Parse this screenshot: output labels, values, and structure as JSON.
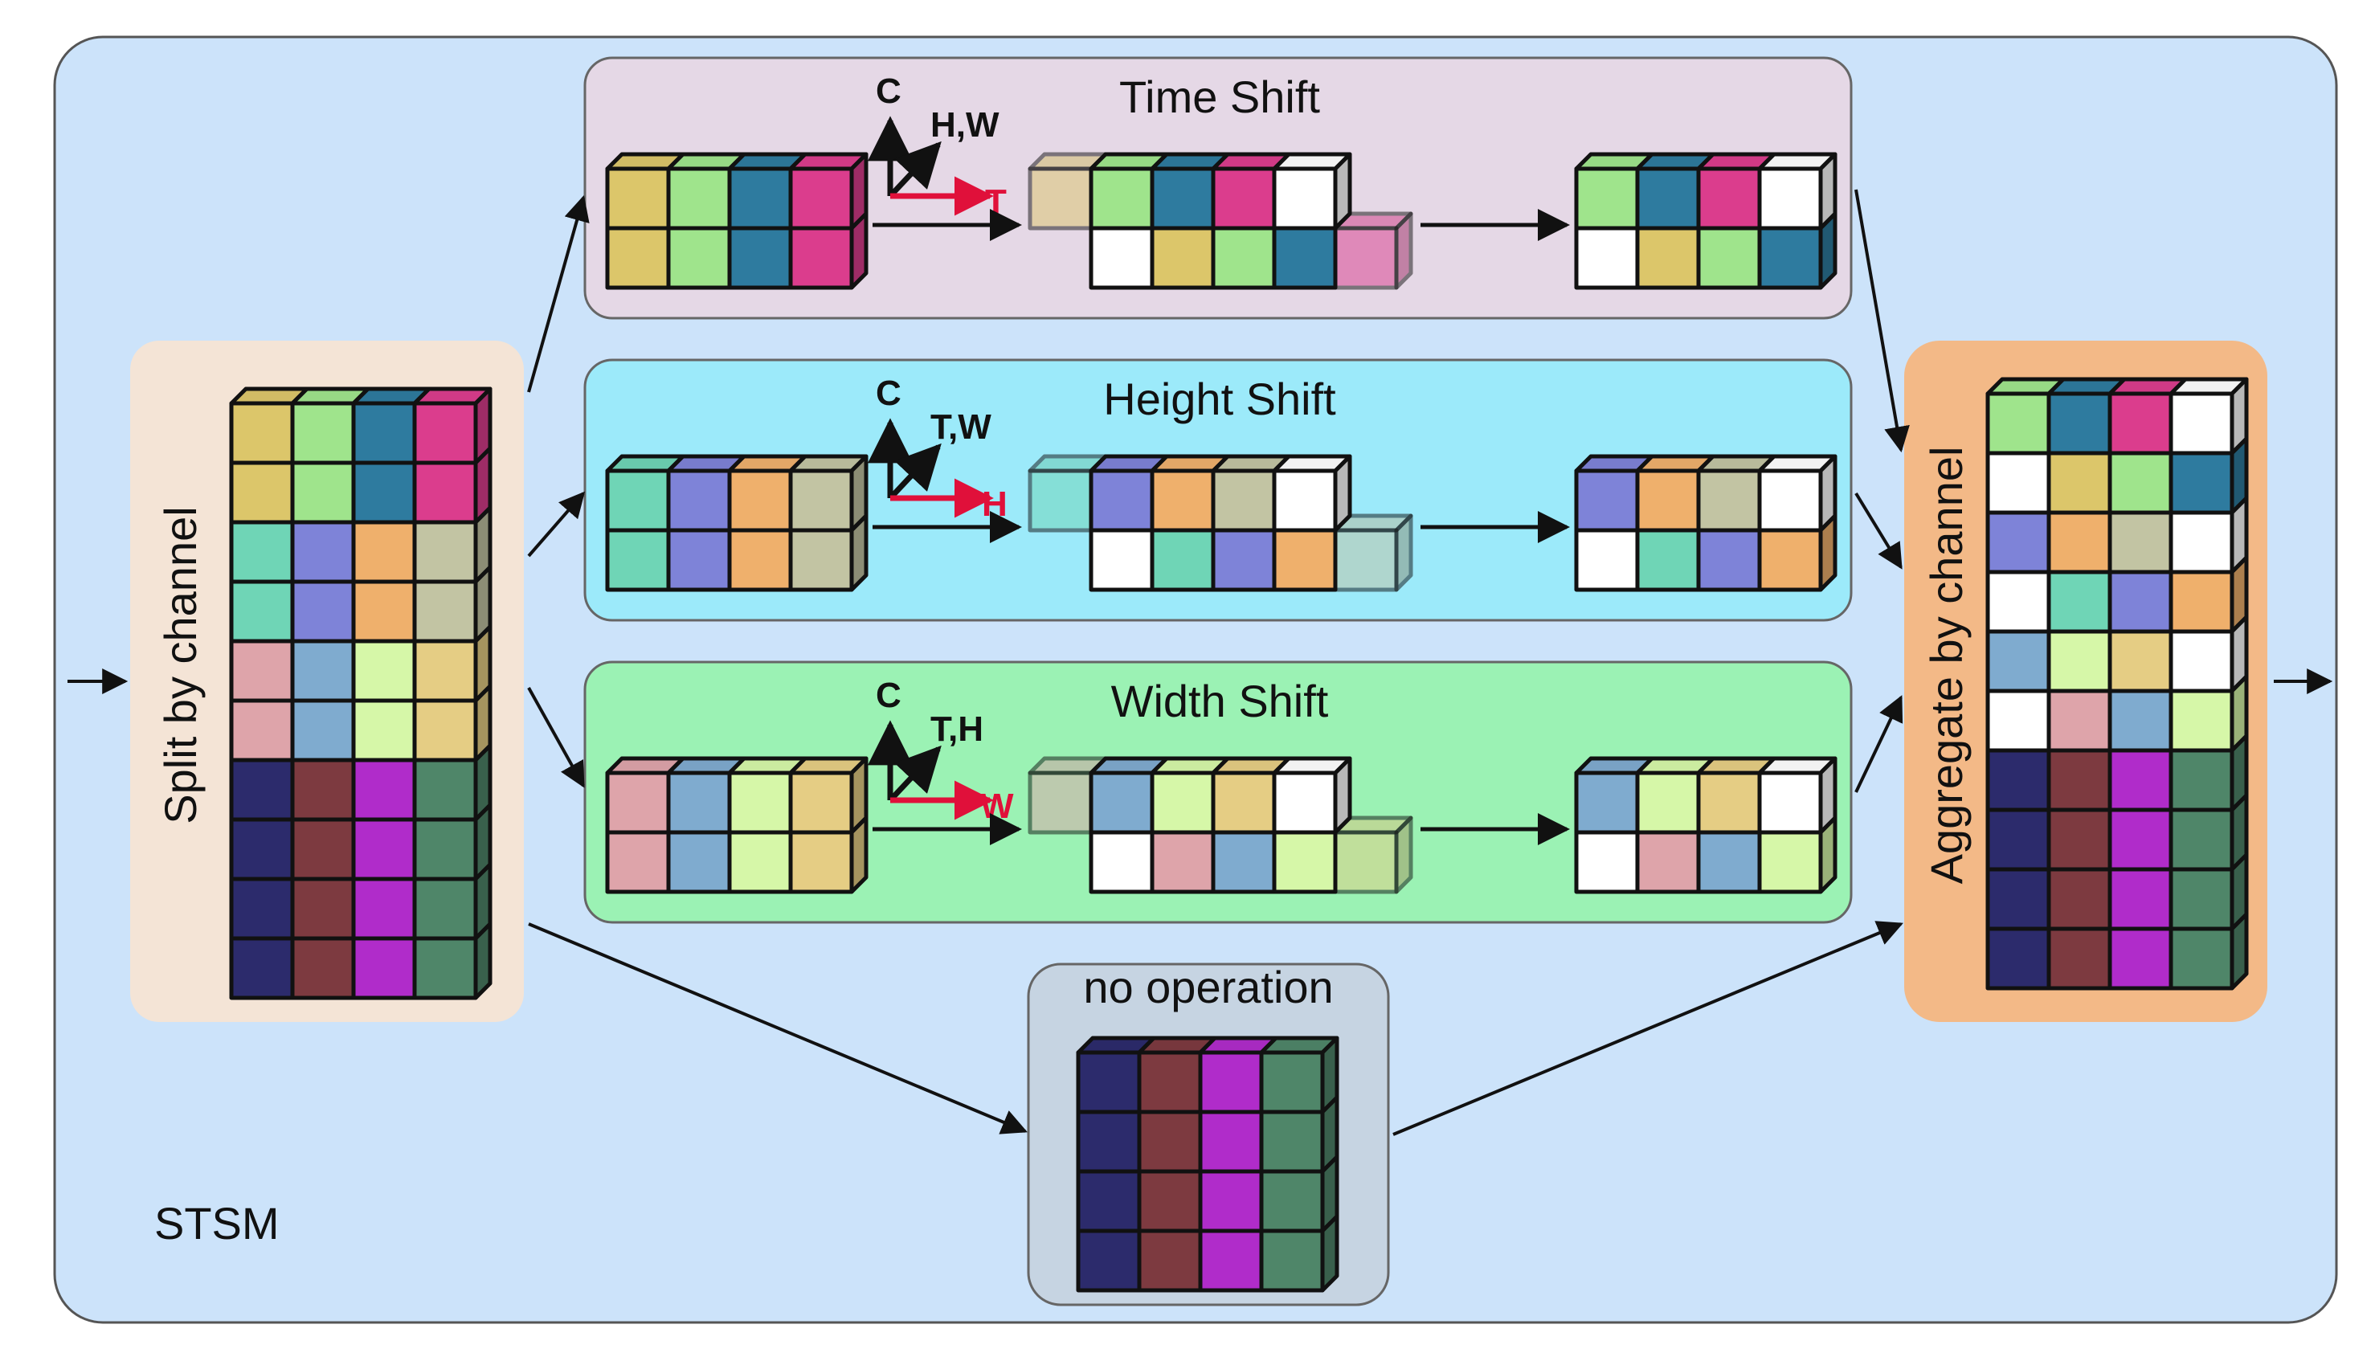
{
  "module_label": "STSM",
  "split_label": "Split by channel",
  "aggregate_label": "Aggregate by channel",
  "noop_label": "no operation",
  "colors": {
    "outer_bg": "#cce3fa",
    "split_bg": "#f4e4d6",
    "aggregate_bg": "#f3b987",
    "time_bg": "#e5d8e6",
    "height_bg": "#9ceafa",
    "width_bg": "#9bf2b4",
    "noop_bg": "#c6d4e2",
    "axis_accent": "#e0103a"
  },
  "branches": [
    {
      "id": "time",
      "title": "Time Shift",
      "axis_c": "C",
      "axis_diag": "H,W",
      "axis_shift": "T",
      "input_rows": [
        [
          "yellow",
          "green",
          "teal",
          "magenta"
        ],
        [
          "yellow",
          "green",
          "teal",
          "magenta"
        ]
      ],
      "shift_top": [
        "green",
        "teal",
        "magenta",
        "white"
      ],
      "shift_bottom": [
        "white",
        "yellow",
        "green",
        "teal"
      ],
      "ghost_top": "yellow",
      "ghost_bottom": "magenta",
      "output_rows": [
        [
          "green",
          "teal",
          "magenta",
          "white"
        ],
        [
          "white",
          "yellow",
          "green",
          "teal"
        ]
      ]
    },
    {
      "id": "height",
      "title": "Height Shift",
      "axis_c": "C",
      "axis_diag": "T,W",
      "axis_shift": "H",
      "input_rows": [
        [
          "mint",
          "violet",
          "orange",
          "olive"
        ],
        [
          "mint",
          "violet",
          "orange",
          "olive"
        ]
      ],
      "shift_top": [
        "violet",
        "orange",
        "olive",
        "white"
      ],
      "shift_bottom": [
        "white",
        "mint",
        "violet",
        "orange"
      ],
      "ghost_top": "mint",
      "ghost_bottom": "olive",
      "output_rows": [
        [
          "violet",
          "orange",
          "olive",
          "white"
        ],
        [
          "white",
          "mint",
          "violet",
          "orange"
        ]
      ]
    },
    {
      "id": "width",
      "title": "Width Shift",
      "axis_c": "C",
      "axis_diag": "T,H",
      "axis_shift": "W",
      "input_rows": [
        [
          "pink",
          "steel",
          "lime",
          "sand"
        ],
        [
          "pink",
          "steel",
          "lime",
          "sand"
        ]
      ],
      "shift_top": [
        "steel",
        "lime",
        "sand",
        "white"
      ],
      "shift_bottom": [
        "white",
        "pink",
        "steel",
        "lime"
      ],
      "ghost_top": "pink",
      "ghost_bottom": "sand",
      "output_rows": [
        [
          "steel",
          "lime",
          "sand",
          "white"
        ],
        [
          "white",
          "pink",
          "steel",
          "lime"
        ]
      ]
    }
  ],
  "split_rows": [
    [
      "yellow",
      "green",
      "teal",
      "magenta"
    ],
    [
      "yellow",
      "green",
      "teal",
      "magenta"
    ],
    [
      "mint",
      "violet",
      "orange",
      "olive"
    ],
    [
      "mint",
      "violet",
      "orange",
      "olive"
    ],
    [
      "pink",
      "steel",
      "lime",
      "sand"
    ],
    [
      "pink",
      "steel",
      "lime",
      "sand"
    ],
    [
      "navy",
      "maroon",
      "purple",
      "forest"
    ],
    [
      "navy",
      "maroon",
      "purple",
      "forest"
    ],
    [
      "navy",
      "maroon",
      "purple",
      "forest"
    ],
    [
      "navy",
      "maroon",
      "purple",
      "forest"
    ]
  ],
  "noop_rows": [
    [
      "navy",
      "maroon",
      "purple",
      "forest"
    ],
    [
      "navy",
      "maroon",
      "purple",
      "forest"
    ],
    [
      "navy",
      "maroon",
      "purple",
      "forest"
    ],
    [
      "navy",
      "maroon",
      "purple",
      "forest"
    ]
  ],
  "aggregate_rows": [
    [
      "green",
      "teal",
      "magenta",
      "white"
    ],
    [
      "white",
      "yellow",
      "green",
      "teal"
    ],
    [
      "violet",
      "orange",
      "olive",
      "white"
    ],
    [
      "white",
      "mint",
      "violet",
      "orange"
    ],
    [
      "steel",
      "lime",
      "sand",
      "white"
    ],
    [
      "white",
      "pink",
      "steel",
      "lime"
    ],
    [
      "navy",
      "maroon",
      "purple",
      "forest"
    ],
    [
      "navy",
      "maroon",
      "purple",
      "forest"
    ],
    [
      "navy",
      "maroon",
      "purple",
      "forest"
    ],
    [
      "navy",
      "maroon",
      "purple",
      "forest"
    ]
  ],
  "palette": {
    "yellow": "#dcc66a",
    "green": "#9fe48c",
    "teal": "#2e7b9f",
    "magenta": "#db3d8d",
    "mint": "#6fd5b6",
    "violet": "#7e83d8",
    "orange": "#efb06c",
    "olive": "#c2c4a3",
    "pink": "#dea4aa",
    "steel": "#7fabcf",
    "lime": "#d6f7a8",
    "sand": "#e5cd84",
    "navy": "#2c2b6c",
    "maroon": "#7d3a40",
    "purple": "#b02cca",
    "forest": "#4f8669",
    "white": "#ffffff"
  }
}
